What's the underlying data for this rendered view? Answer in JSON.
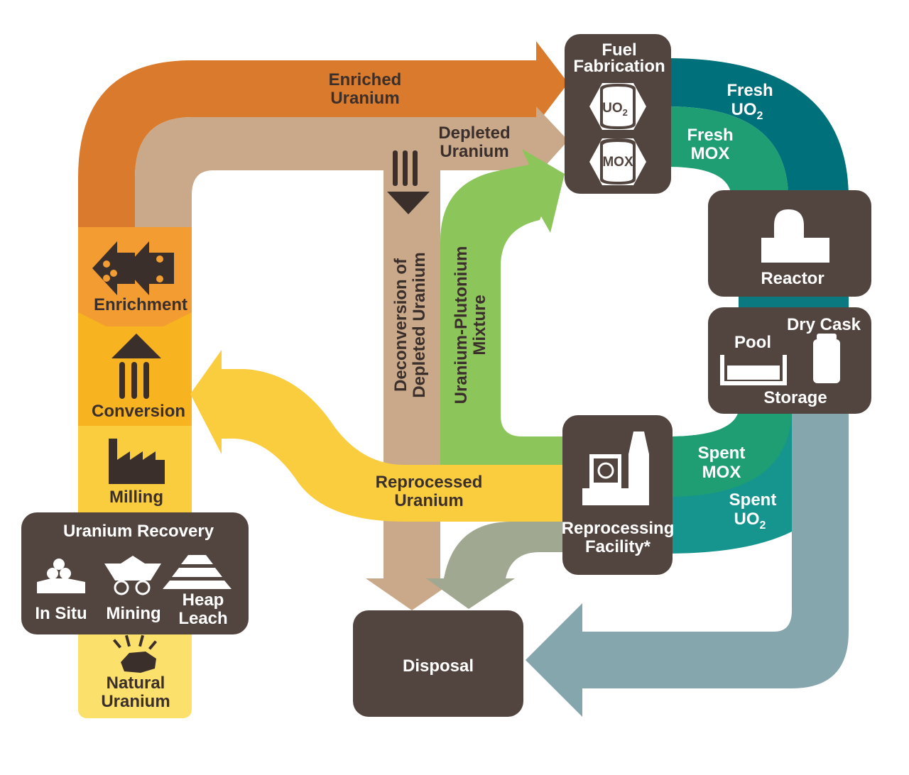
{
  "stages": {
    "enrichment": "Enrichment",
    "conversion": "Conversion",
    "milling": "Milling",
    "natural_line1": "Natural",
    "natural_line2": "Uranium"
  },
  "recovery": {
    "title": "Uranium Recovery",
    "in_situ": "In Situ",
    "mining": "Mining",
    "heap_line1": "Heap",
    "heap_line2": "Leach"
  },
  "flows": {
    "enriched_line1": "Enriched",
    "enriched_line2": "Uranium",
    "depleted_line1": "Depleted",
    "depleted_line2": "Uranium",
    "deconversion_line1": "Deconversion of",
    "deconversion_line2": "Depleted Uranium",
    "mixture_line1": "Uranium-Plutonium",
    "mixture_line2": "Mixture",
    "reprocessed_line1": "Reprocessed",
    "reprocessed_line2": "Uranium",
    "fresh_uo2_line1": "Fresh",
    "fresh_uo2_line2": "UO",
    "fresh_mox_line1": "Fresh",
    "fresh_mox_line2": "MOX",
    "spent_mox_line1": "Spent",
    "spent_mox_line2": "MOX",
    "spent_uo2_line1": "Spent",
    "spent_uo2_line2": "UO",
    "subscript": "2"
  },
  "boxes": {
    "fuel_line1": "Fuel",
    "fuel_line2": "Fabrication",
    "uo2": "UO",
    "mox": "MOX",
    "reactor": "Reactor",
    "dry_cask": "Dry Cask",
    "pool": "Pool",
    "storage": "Storage",
    "reprocessing_line1": "Reprocessing",
    "reprocessing_line2": "Facility*",
    "disposal": "Disposal"
  },
  "colors": {
    "orange": "#d97a2c",
    "tan": "#c9a98a",
    "yellow": "#f6c22f",
    "light_yellow": "#fbe06b",
    "green": "#8cc55a",
    "teal": "#00707a",
    "green_teal": "#1f9e74",
    "spent_teal": "#16958f",
    "gray_blue": "#85a6ac",
    "gray_green": "#a0a892",
    "box": "#52453f"
  }
}
